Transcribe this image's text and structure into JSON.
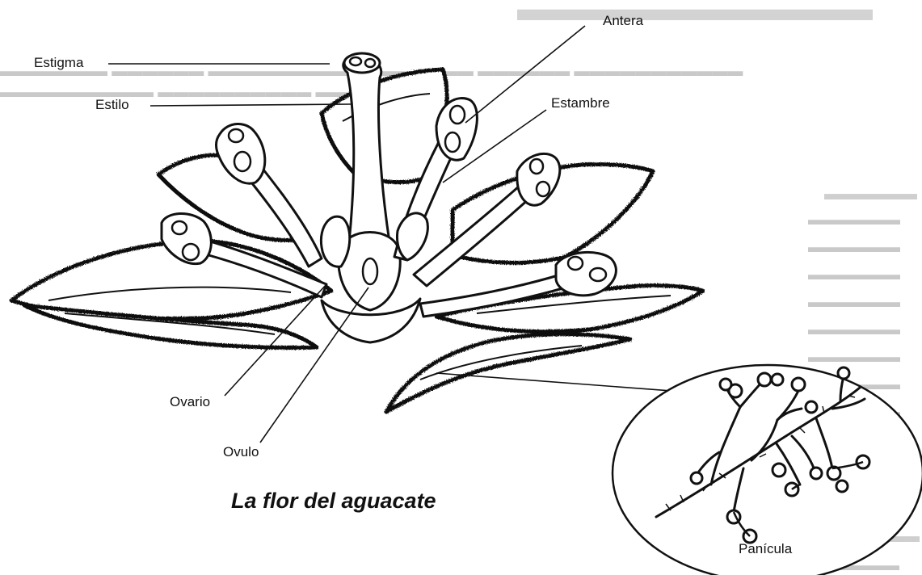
{
  "labels": {
    "estigma": "Estigma",
    "estilo": "Estilo",
    "antera": "Antera",
    "estambre": "Estambre",
    "ovario": "Ovario",
    "ovulo": "Ovulo",
    "panicula": "Panícula"
  },
  "caption": "La flor del aguacate",
  "colors": {
    "ink": "#111111",
    "paper": "#ffffff",
    "bleed_through": "#c9c9c9"
  }
}
